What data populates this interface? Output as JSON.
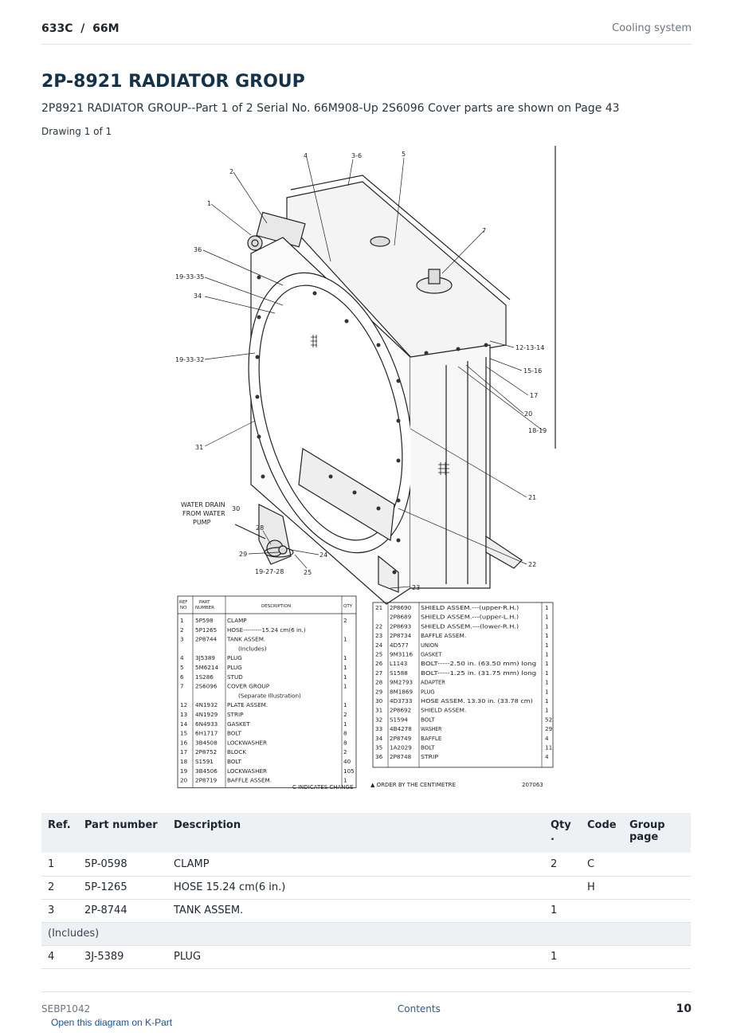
{
  "header": {
    "model": "633C  /  66M",
    "section": "Cooling system"
  },
  "title": "2P-8921 RADIATOR GROUP",
  "subtitle": "2P8921 RADIATOR GROUP--Part 1 of 2 Serial No. 66M908-Up 2S6096 Cover parts are shown on Page 43",
  "drawing_label": "Drawing 1 of 1",
  "diagram": {
    "callouts": [
      "1",
      "2",
      "3-6",
      "4",
      "5",
      "7",
      "36",
      "19-33-35",
      "34",
      "19-33-32",
      "12-13-14",
      "15-16",
      "17",
      "20",
      "18-19",
      "31",
      "21",
      "22",
      "23",
      "24",
      "25",
      "28",
      "29",
      "30",
      "19-27-28"
    ],
    "water_drain": [
      "WATER DRAIN",
      "FROM WATER",
      "PUMP"
    ],
    "left_table": {
      "headers": [
        "REF NO",
        "PART NUMBER",
        "DESCRIPTION",
        "QTY"
      ],
      "rows": [
        [
          "1",
          "5P598",
          "CLAMP",
          "2"
        ],
        [
          "2",
          "5P1265",
          "HOSE---------15.24 cm(6 in.)",
          ""
        ],
        [
          "3",
          "2P8744",
          "TANK ASSEM.",
          "1"
        ],
        [
          "",
          "",
          "(Includes)",
          ""
        ],
        [
          "4",
          "3J5389",
          "PLUG",
          "1"
        ],
        [
          "5",
          "5M6214",
          "PLUG",
          "1"
        ],
        [
          "6",
          "1S286",
          "STUD",
          "1"
        ],
        [
          "7",
          "2S6096",
          "COVER GROUP",
          "1"
        ],
        [
          "",
          "",
          "(Separate Illustration)",
          ""
        ],
        [
          "12",
          "4N1932",
          "PLATE ASSEM.",
          "1"
        ],
        [
          "13",
          "4N1929",
          "STRIP",
          "2"
        ],
        [
          "14",
          "6N4933",
          "GASKET",
          "1"
        ],
        [
          "15",
          "6H1717",
          "BOLT",
          "8"
        ],
        [
          "16",
          "3B4508",
          "LOCKWASHER",
          "8"
        ],
        [
          "17",
          "2P8752",
          "BLOCK",
          "2"
        ],
        [
          "18",
          "S1591",
          "BOLT",
          "40"
        ],
        [
          "19",
          "3B4506",
          "LOCKWASHER",
          "105"
        ],
        [
          "20",
          "2P8719",
          "BAFFLE ASSEM.",
          "1"
        ]
      ]
    },
    "right_table": {
      "rows": [
        [
          "21",
          "2P8690",
          "SHIELD ASSEM.---(upper-R.H.)",
          "1"
        ],
        [
          "",
          "2P8689",
          "SHIELD ASSEM.---(upper-L.H.)",
          "1"
        ],
        [
          "22",
          "2P8693",
          "SHIELD ASSEM.---(lower-R.H.)",
          "1"
        ],
        [
          "23",
          "2P8734",
          "BAFFLE ASSEM.",
          "1"
        ],
        [
          "24",
          "4D577",
          "UNION",
          "1"
        ],
        [
          "25",
          "9M3116",
          "GASKET",
          "1"
        ],
        [
          "26",
          "L1143",
          "BOLT-----2.50 in. (63.50 mm) long",
          "1"
        ],
        [
          "27",
          "S1588",
          "BOLT-----1.25 in. (31.75 mm) long",
          "1"
        ],
        [
          "28",
          "9M2793",
          "ADAPTER",
          "1"
        ],
        [
          "29",
          "8M1869",
          "PLUG",
          "1"
        ],
        [
          "30",
          "4D3733",
          "HOSE ASSEM. 13.30 in. (33.78 cm)",
          "1"
        ],
        [
          "31",
          "2P8692",
          "SHIELD ASSEM.",
          "1"
        ],
        [
          "32",
          "S1594",
          "BOLT",
          "52"
        ],
        [
          "33",
          "4B4278",
          "WASHER",
          "29"
        ],
        [
          "34",
          "2P8749",
          "BAFFLE",
          "4"
        ],
        [
          "35",
          "1A2029",
          "BOLT",
          "11"
        ],
        [
          "36",
          "2P8748",
          "STRIP",
          "4"
        ]
      ]
    },
    "footnote_change": "C INDICATES CHANGE",
    "footnote_order": "▲ ORDER BY THE CENTIMETRE",
    "drawing_number": "207063"
  },
  "table": {
    "headers": {
      "ref": "Ref.",
      "part": "Part number",
      "desc": "Description",
      "qty": "Qty\n.",
      "code": "Code",
      "group": "Group page"
    },
    "rows": [
      {
        "ref": "1",
        "part": "5P-0598",
        "desc": "CLAMP",
        "qty": "2",
        "code": "C",
        "group": ""
      },
      {
        "ref": "2",
        "part": "5P-1265",
        "desc": "HOSE 15.24 cm(6 in.)",
        "qty": "",
        "code": "H",
        "group": ""
      },
      {
        "ref": "3",
        "part": "2P-8744",
        "desc": "TANK ASSEM.",
        "qty": "1",
        "code": "",
        "group": ""
      }
    ],
    "note": "(Includes)",
    "rows_after": [
      {
        "ref": "4",
        "part": "3J-5389",
        "desc": "PLUG",
        "qty": "1",
        "code": "",
        "group": ""
      }
    ]
  },
  "footer": {
    "doc_id": "SEBP1042",
    "contents": "Contents",
    "page": "10"
  },
  "kpart_link": "Open this diagram on K-Part"
}
